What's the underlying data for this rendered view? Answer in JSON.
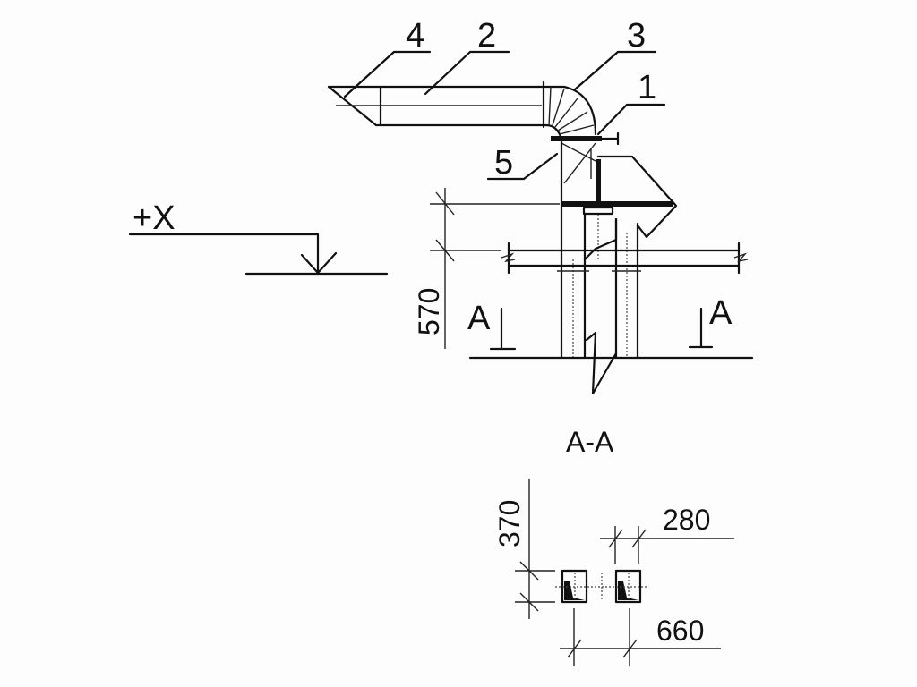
{
  "callouts": {
    "c1": "1",
    "c2": "2",
    "c3": "3",
    "c4": "4",
    "c5": "5"
  },
  "reference": {
    "level_mark": "+X"
  },
  "dimensions": {
    "height": "570",
    "section_height": "370",
    "section_gap": "280",
    "section_span": "660"
  },
  "section": {
    "mark_left": "A",
    "mark_right": "A",
    "title": "A-A"
  }
}
